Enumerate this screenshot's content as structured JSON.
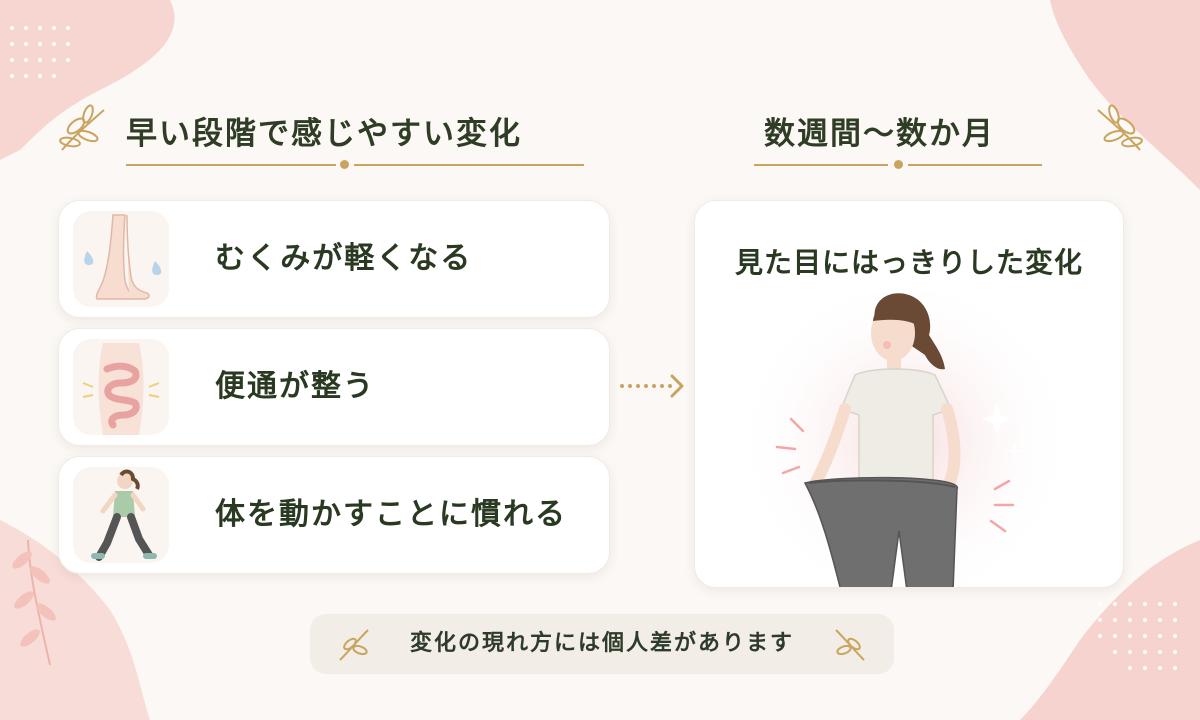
{
  "left_heading": "早い段階で感じやすい変化",
  "right_heading": "数週間〜数か月",
  "early_changes": [
    {
      "label": "むくみが軽くなる",
      "icon": "feet-water-drops-icon"
    },
    {
      "label": "便通が整う",
      "icon": "intestine-icon"
    },
    {
      "label": "体を動かすことに慣れる",
      "icon": "walking-woman-icon"
    }
  ],
  "result": {
    "title": "見た目にはっきりした変化",
    "icon": "woman-loose-pants-icon"
  },
  "note": "変化の現れ方には個人差があります",
  "colors": {
    "background": "#fbf8f5",
    "gold": "#c9a45f",
    "pink_blob": "#f7d3cf",
    "heading_green": "#2f3d26"
  }
}
